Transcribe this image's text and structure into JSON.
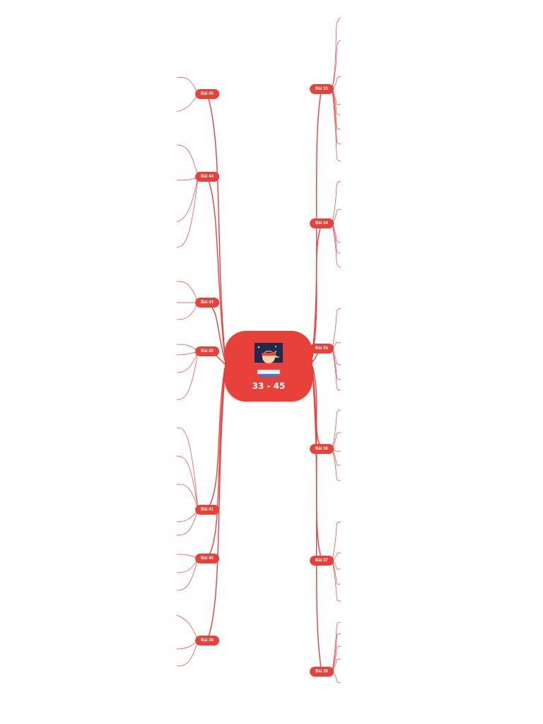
{
  "center": {
    "title": "33 - 45"
  },
  "branches": {
    "b33": "Bài 33",
    "b34": "Bài 34",
    "b35": "Bài 35",
    "b36": "Bài 36",
    "b37": "Bài 37",
    "b38": "Bài 38",
    "b39": "Bài 39",
    "b40": "Bài 40",
    "b41": "Bài 41",
    "b42": "Bài 42",
    "b43": "Bài 43",
    "b44": "Bài 44",
    "b45": "Bài 45"
  },
  "colors": {
    "accent": "#e8413a",
    "line": "#e8413a"
  }
}
